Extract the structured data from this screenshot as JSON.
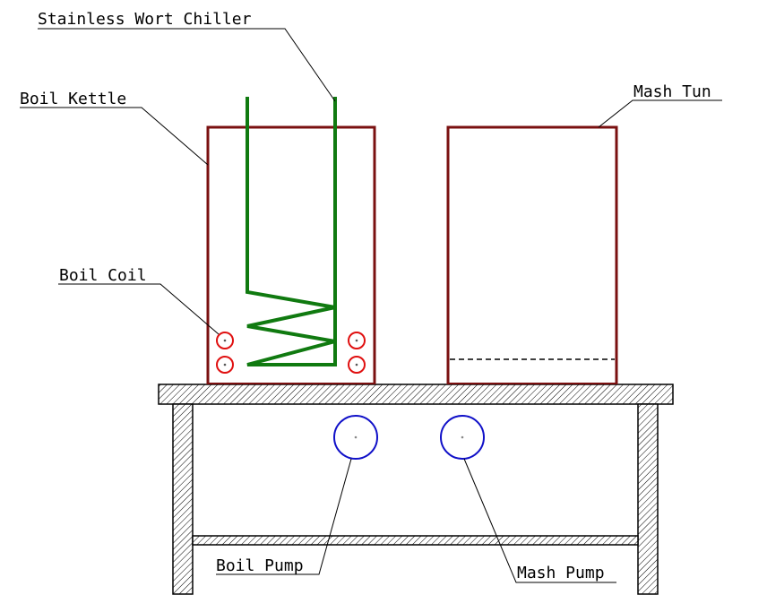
{
  "labels": {
    "chiller": "Stainless Wort Chiller",
    "kettle": "Boil Kettle",
    "coil": "Boil Coil",
    "mash_tun": "Mash Tun",
    "boil_pump": "Boil Pump",
    "mash_pump": "Mash Pump"
  },
  "colors": {
    "vessel": "#7a1010",
    "chiller": "#107a10",
    "coil": "#e01010",
    "pump": "#1010c8",
    "line": "#000000"
  }
}
